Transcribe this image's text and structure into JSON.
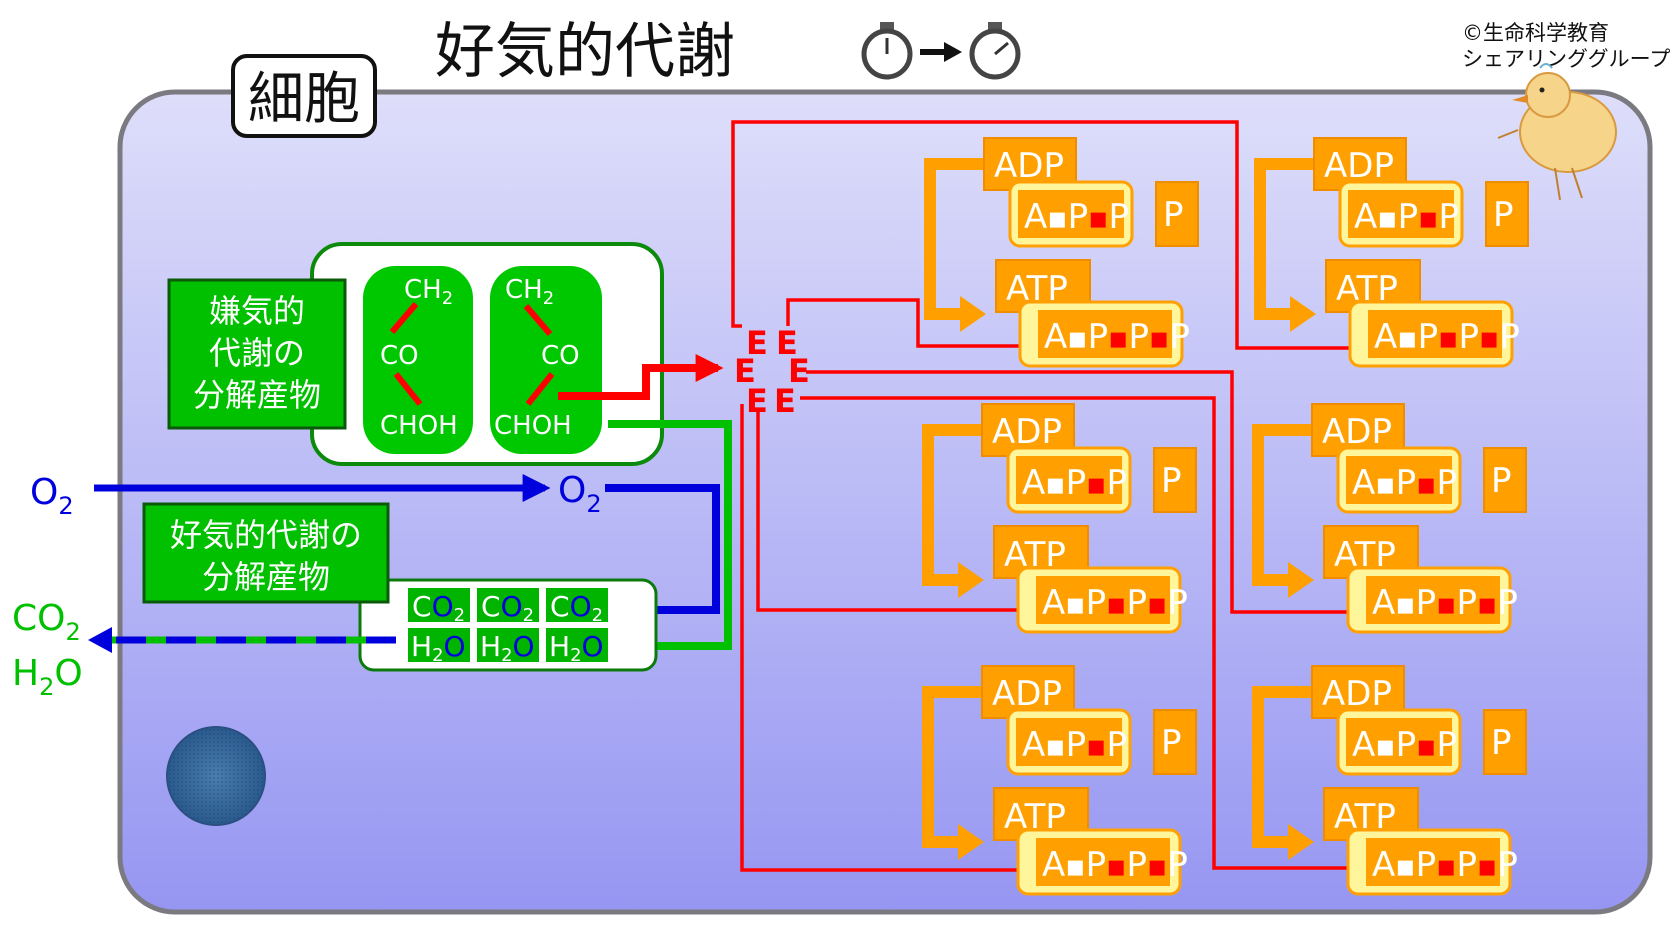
{
  "title": "好気的代謝",
  "cell_label": "細胞",
  "copyright_line1": "©生命科学教育",
  "copyright_line2": "シェアリンググループ",
  "anaerobic_label": [
    "嫌気的",
    "代謝の",
    "分解産物"
  ],
  "aerobic_label": [
    "好気的代謝の",
    "分解産物"
  ],
  "molecule": {
    "ch2": "CH",
    "co": "CO",
    "choh": "CHOH",
    "sub2": "2"
  },
  "o2": {
    "main": "O",
    "sub": "2"
  },
  "co2": {
    "c": "C",
    "o": "O",
    "sub": "2"
  },
  "h2o": {
    "h": "H",
    "sub": "2",
    "o": "O"
  },
  "energy_letter": "E",
  "adp_label": "ADP",
  "atp_label": "ATP",
  "app_text": [
    "A",
    "P",
    "P"
  ],
  "appp_text": [
    "A",
    "P",
    "P",
    "P"
  ],
  "p_label": "P",
  "colors": {
    "cell_top": "#dcdcf8",
    "cell_bottom": "#9a9af4",
    "green_box": "#00c800",
    "orange": "#ffa000",
    "orange_dark": "#f08c00",
    "yellow": "#fff59a",
    "red": "#ff0000",
    "blue": "#0000dc",
    "green_arrow": "#00c000"
  }
}
